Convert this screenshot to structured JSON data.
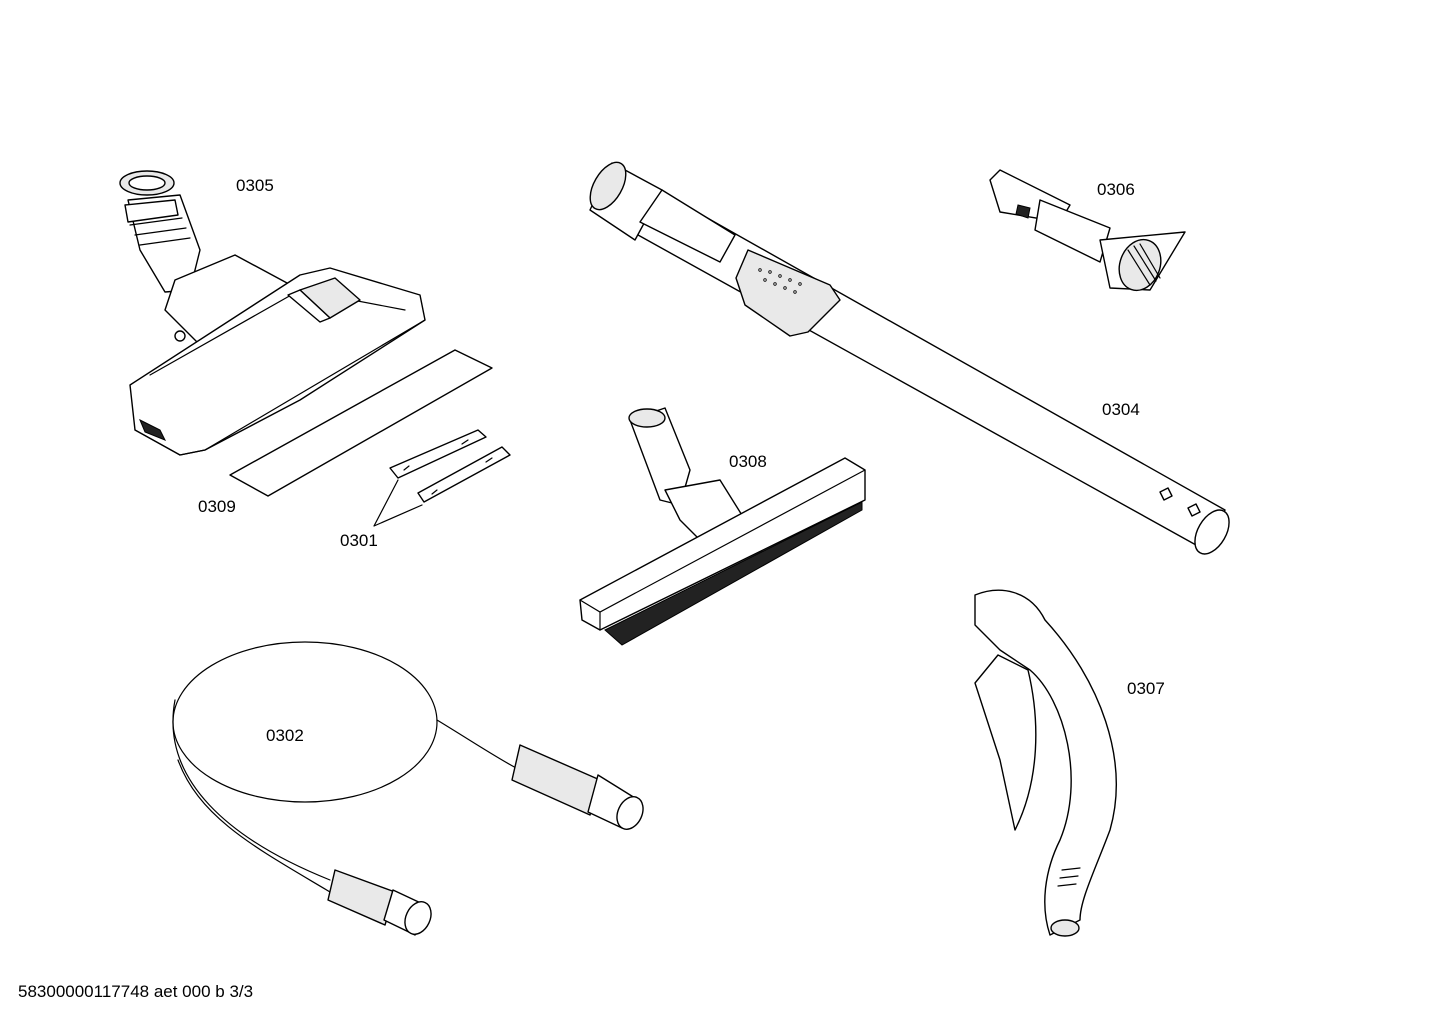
{
  "labels": {
    "p0305": "0305",
    "p0306": "0306",
    "p0304": "0304",
    "p0308": "0308",
    "p0309": "0309",
    "p0301": "0301",
    "p0302": "0302",
    "p0307": "0307"
  },
  "footer": "58300000117748 aet 000 b 3/3"
}
